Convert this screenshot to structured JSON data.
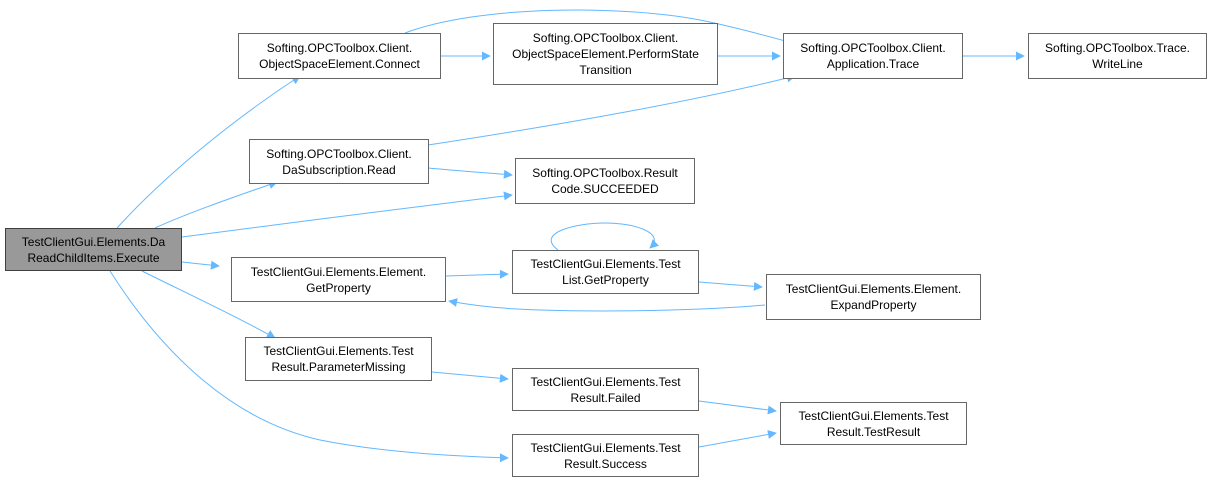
{
  "colors": {
    "edge": "#63b8ff",
    "node_border": "#666666",
    "root_fill": "#999999",
    "root_border": "#404040"
  },
  "nodes": {
    "root": [
      "TestClientGui.Elements.Da",
      "ReadChildItems.Execute"
    ],
    "connect": [
      "Softing.OPCToolbox.Client.",
      "ObjectSpaceElement.Connect"
    ],
    "perform_state": [
      "Softing.OPCToolbox.Client.",
      "ObjectSpaceElement.PerformState",
      "Transition"
    ],
    "app_trace": [
      "Softing.OPCToolbox.Client.",
      "Application.Trace"
    ],
    "trace_writeline": [
      "Softing.OPCToolbox.Trace.",
      "WriteLine"
    ],
    "da_read": [
      "Softing.OPCToolbox.Client.",
      "DaSubscription.Read"
    ],
    "succeeded": [
      "Softing.OPCToolbox.Result",
      "Code.SUCCEEDED"
    ],
    "element_getproperty": [
      "TestClientGui.Elements.Element.",
      "GetProperty"
    ],
    "testlist_getproperty": [
      "TestClientGui.Elements.Test",
      "List.GetProperty"
    ],
    "expand_property": [
      "TestClientGui.Elements.Element.",
      "ExpandProperty"
    ],
    "parameter_missing": [
      "TestClientGui.Elements.Test",
      "Result.ParameterMissing"
    ],
    "failed": [
      "TestClientGui.Elements.Test",
      "Result.Failed"
    ],
    "testresult": [
      "TestClientGui.Elements.Test",
      "Result.TestResult"
    ],
    "success": [
      "TestClientGui.Elements.Test",
      "Result.Success"
    ]
  }
}
